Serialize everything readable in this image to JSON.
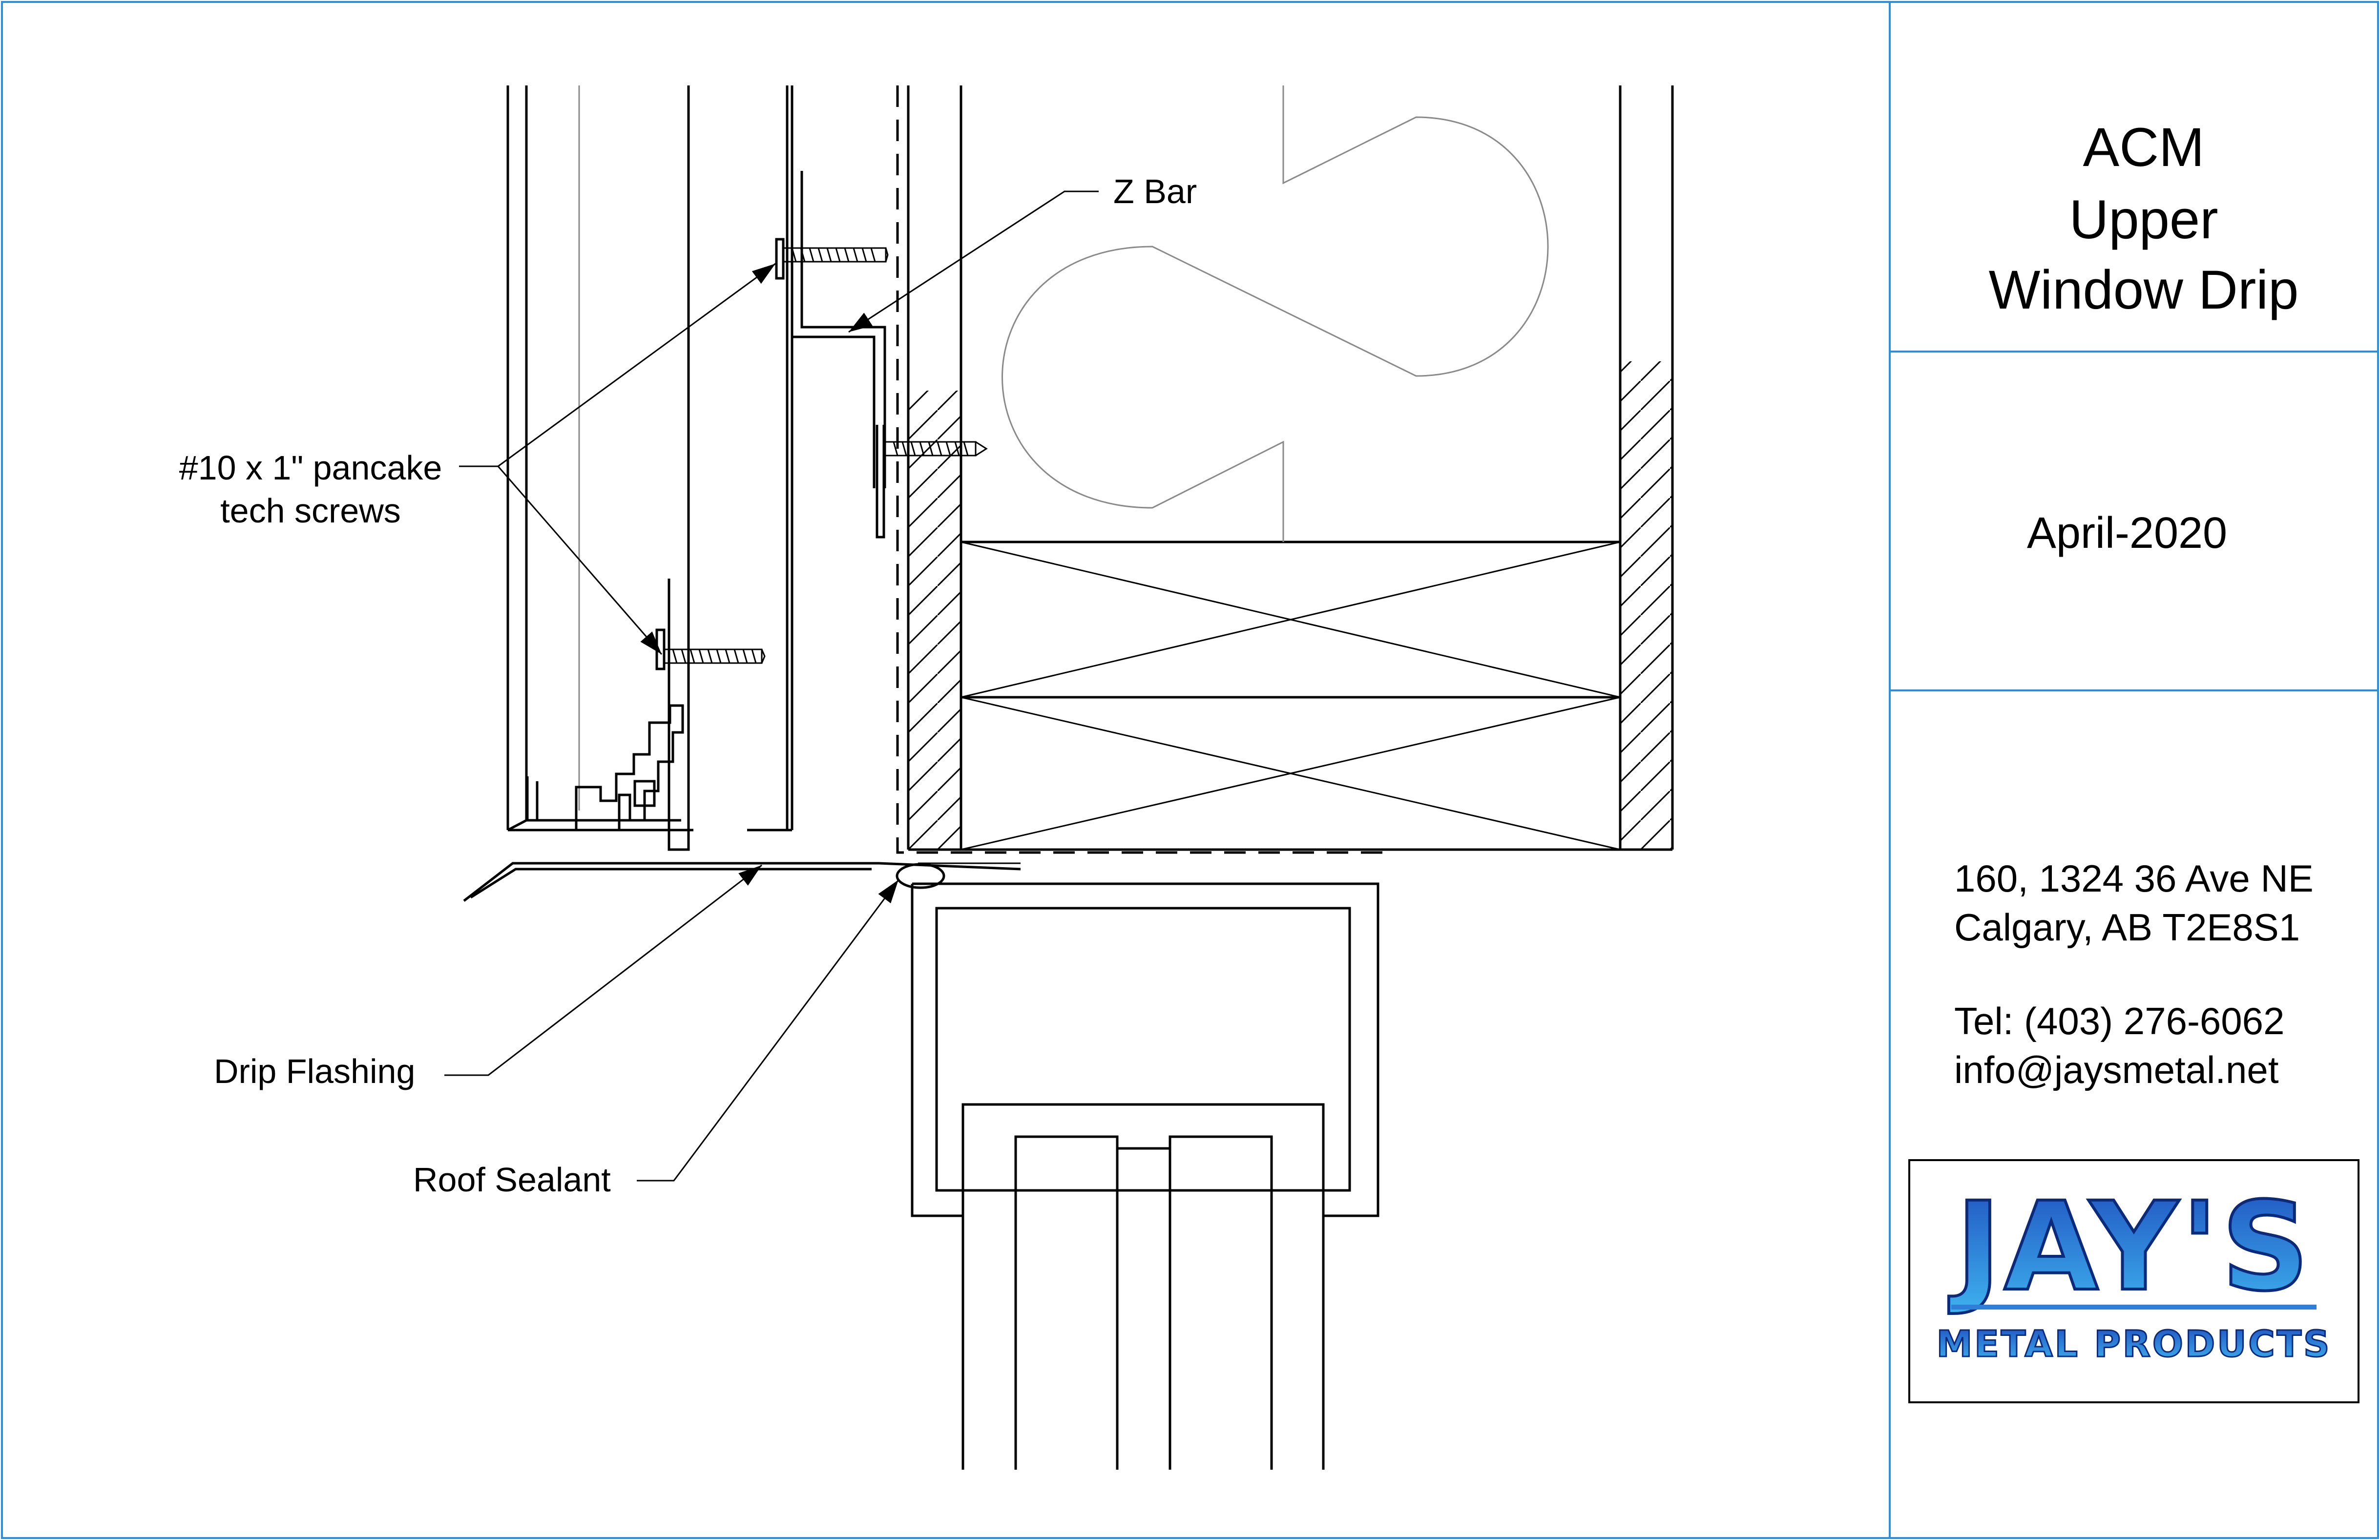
{
  "title_block": {
    "title_lines": [
      "ACM",
      "Upper",
      "Window Drip"
    ],
    "date": "April-2020",
    "address_lines": [
      "160, 1324 36 Ave NE",
      "Calgary, AB T2E8S1"
    ],
    "contact_lines": [
      "Tel: (403) 276-6062",
      "info@jaysmetal.net"
    ]
  },
  "logo": {
    "main_text": "JAY'S",
    "sub_text": "METAL PRODUCTS",
    "colors": {
      "gradient_top": "#1f4fbf",
      "gradient_bottom": "#3fb5f0",
      "outline": "#0b2a7a"
    }
  },
  "callouts": {
    "z_bar": "Z Bar",
    "screws_lines": [
      "#10 x 1\" pancake",
      "tech screws"
    ],
    "drip_flashing": "Drip Flashing",
    "roof_sealant": "Roof Sealant"
  },
  "colors": {
    "frame": "#2b90d9",
    "linework": "#000000",
    "faint_line": "#8a8a8a"
  }
}
